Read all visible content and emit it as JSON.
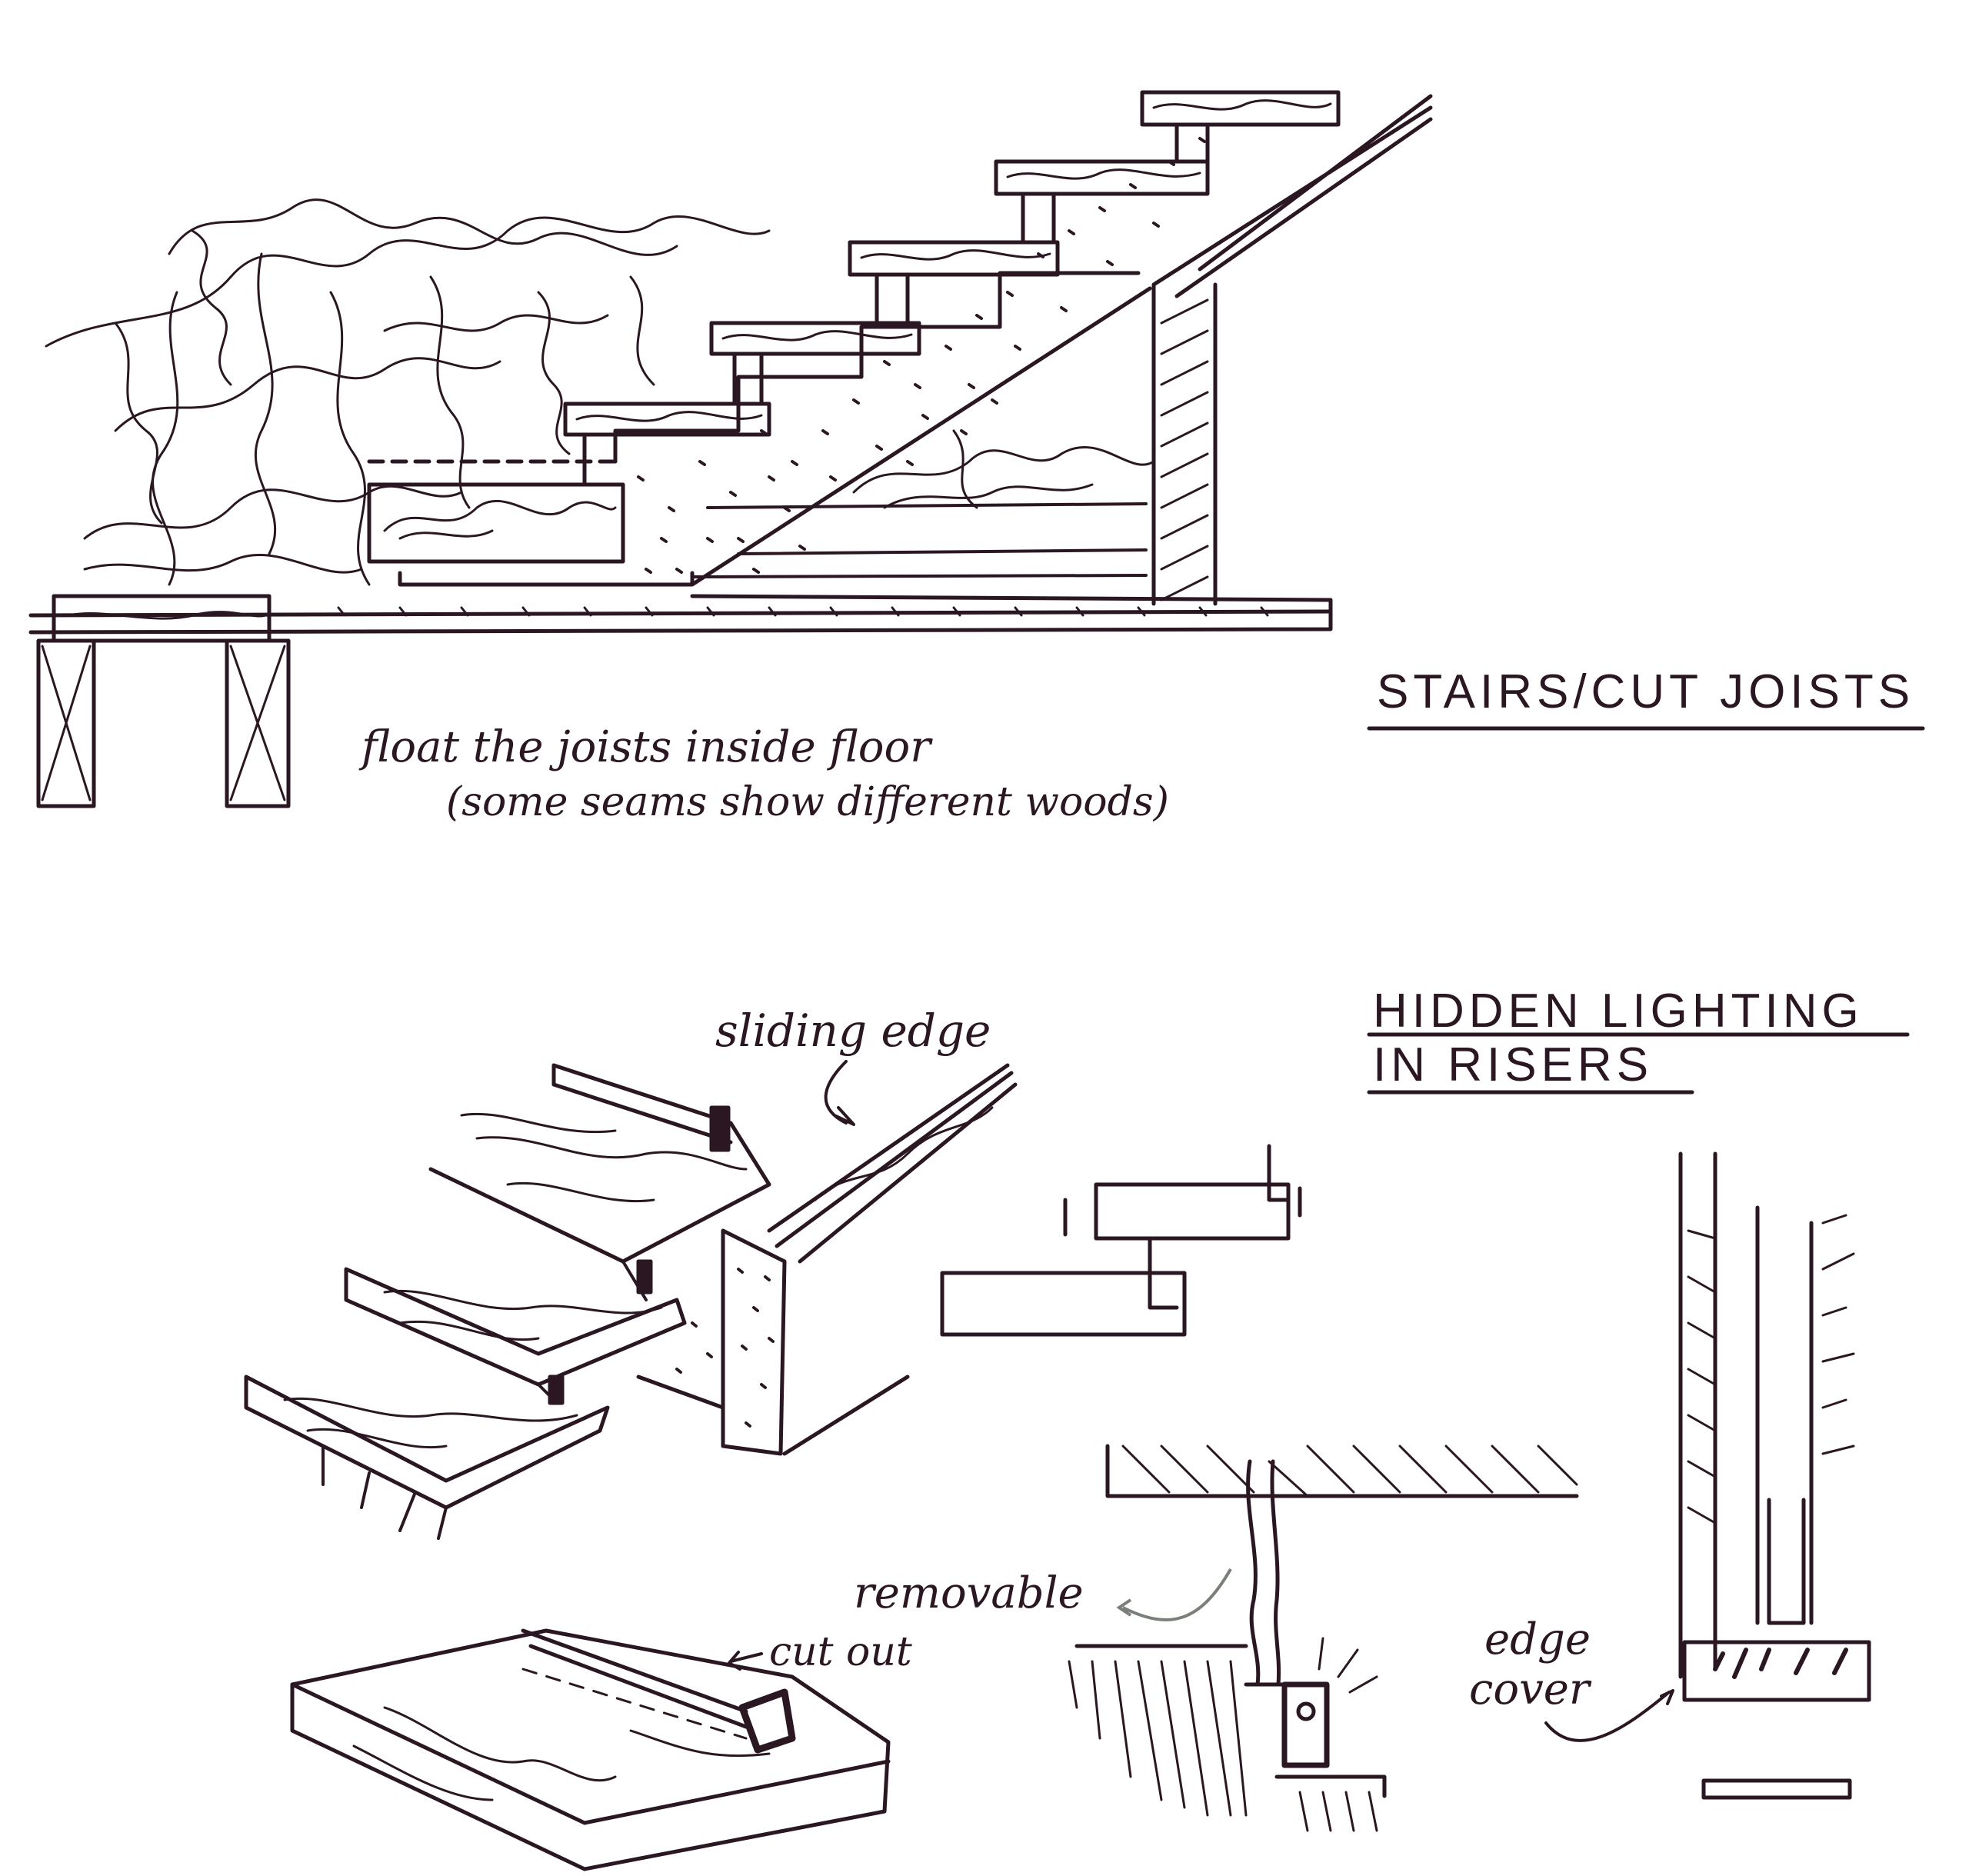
{
  "annotations": {
    "stairs_title": "STAIRS/CUT JOISTS",
    "joists_note_1": "float the joists inside floor",
    "joists_note_2": "(some seams show different woods)",
    "sliding_edge": "sliding edge",
    "hidden_lighting_1": "HIDDEN LIGHTING",
    "hidden_lighting_2": "IN RISERS",
    "removable": "removable",
    "cut_out": "cut out",
    "edge_cover_1": "edge",
    "edge_cover_2": "cover"
  },
  "colors": {
    "ink": "#2a1722",
    "paper": "#ffffff",
    "wash": "#7a7f7a"
  }
}
